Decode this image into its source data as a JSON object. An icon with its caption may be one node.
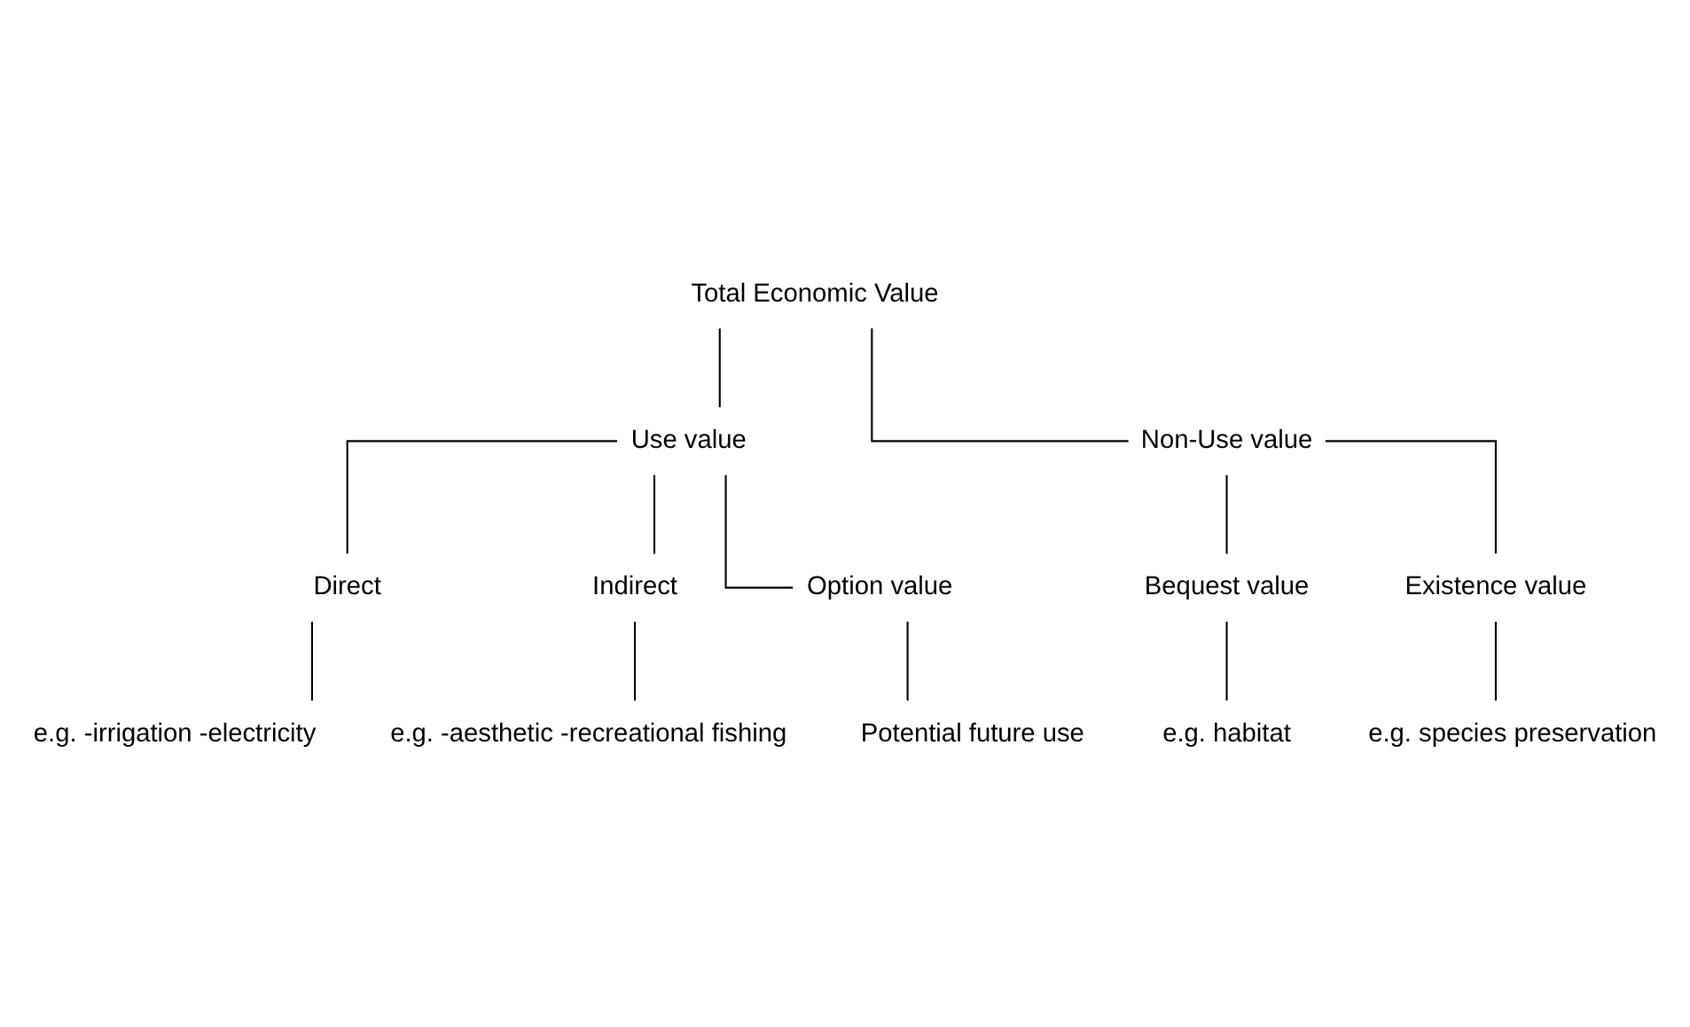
{
  "diagram": {
    "nodes": [
      {
        "text": [
          "Total Economic Value"
        ]
      },
      {
        "text": [
          "Use value"
        ]
      },
      {
        "text": [
          "Non-Use value"
        ]
      },
      {
        "text": [
          "Direct"
        ]
      },
      {
        "text": [
          "Indirect"
        ]
      },
      {
        "text": [
          "Option value"
        ]
      },
      {
        "text": [
          "Bequest value"
        ]
      },
      {
        "text": [
          "Existence value"
        ]
      },
      {
        "text": [
          "e.g. -irrigation -electricity"
        ]
      },
      {
        "text": [
          "e.g. -aesthetic -recreational fishing"
        ]
      },
      {
        "text": [
          "Potential future use"
        ]
      },
      {
        "text": [
          "e.g. habitat"
        ]
      },
      {
        "text": [
          "e.g. species preservation"
        ]
      }
    ],
    "edges": [
      {
        "from": 0,
        "to": 1,
        "arrow": "none"
      },
      {
        "from": 0,
        "to": 2,
        "arrow": "none"
      },
      {
        "from": 1,
        "to": 3,
        "arrow": "none"
      },
      {
        "from": 1,
        "to": 4,
        "arrow": "none"
      },
      {
        "from": 1,
        "to": 5,
        "arrow": "none"
      },
      {
        "from": 2,
        "to": 6,
        "arrow": "none"
      },
      {
        "from": 2,
        "to": 7,
        "arrow": "none"
      },
      {
        "from": 3,
        "to": 8,
        "arrow": "none"
      },
      {
        "from": 4,
        "to": 9,
        "arrow": "none"
      },
      {
        "from": 5,
        "to": 10,
        "arrow": "none"
      },
      {
        "from": 6,
        "to": 11,
        "arrow": "none"
      },
      {
        "from": 7,
        "to": 12,
        "arrow": "none"
      }
    ]
  }
}
